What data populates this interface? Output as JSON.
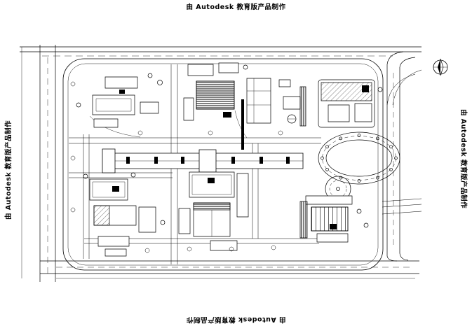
{
  "watermarks": {
    "top": "由 Autodesk 教育版产品制作",
    "bottom": "由 Autodesk 教育版产品制作",
    "left": "由 Autodesk 教育版产品制作",
    "right": "由 Autodesk 教育版产品制作"
  },
  "colors": {
    "line": "#000000",
    "background": "#ffffff"
  },
  "icons": {
    "north_arrow": "north-arrow"
  }
}
